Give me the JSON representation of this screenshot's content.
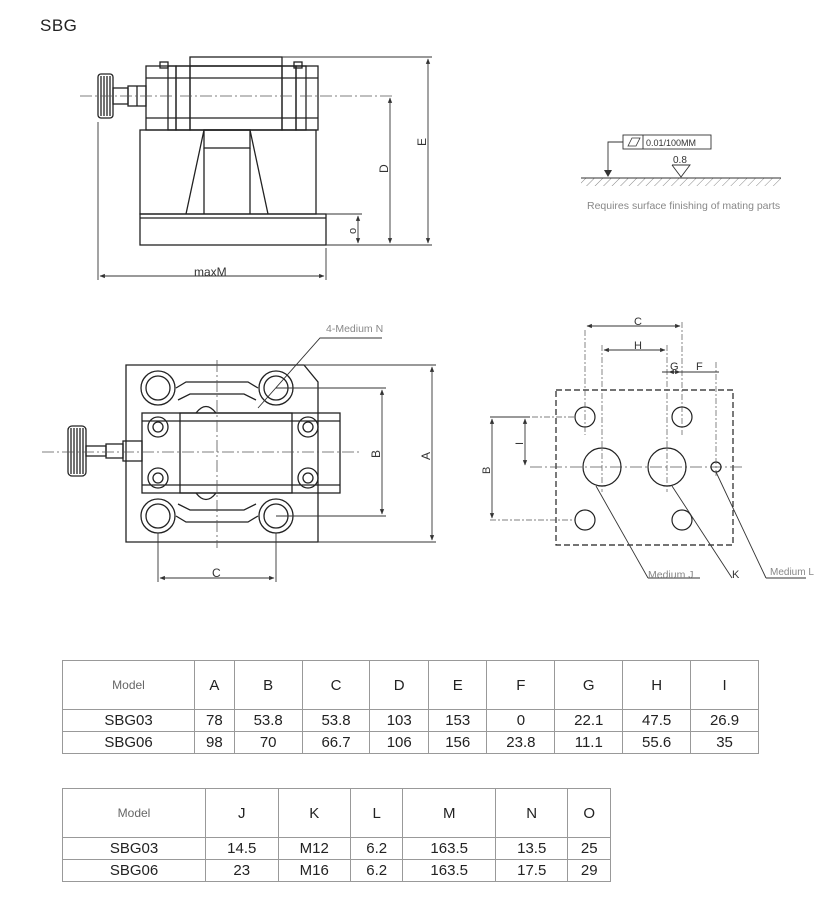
{
  "page_title": "SBG",
  "note": {
    "flatness": "0.01/100MM",
    "roughness": "0.8",
    "text": "Requires surface finishing of mating parts"
  },
  "labels": {
    "maxM": "maxM",
    "D": "D",
    "E": "E",
    "O": "o",
    "medium_n": "4-Medium N",
    "A": "A",
    "B": "B",
    "C": "C",
    "H": "H",
    "G": "G",
    "F": "F",
    "I": "I",
    "B2": "B",
    "C2": "C",
    "medium_j": "Medium J",
    "K": "K",
    "medium_l": "Medium L"
  },
  "table1": {
    "headers": [
      "Model",
      "A",
      "B",
      "C",
      "D",
      "E",
      "F",
      "G",
      "H",
      "I"
    ],
    "rows": [
      [
        "SBG03",
        "78",
        "53.8",
        "53.8",
        "103",
        "153",
        "0",
        "22.1",
        "47.5",
        "26.9"
      ],
      [
        "SBG06",
        "98",
        "70",
        "66.7",
        "106",
        "156",
        "23.8",
        "11.1",
        "55.6",
        "35"
      ]
    ]
  },
  "table2": {
    "headers": [
      "Model",
      "J",
      "K",
      "L",
      "M",
      "N",
      "O"
    ],
    "rows": [
      [
        "SBG03",
        "14.5",
        "M12",
        "6.2",
        "163.5",
        "13.5",
        "25"
      ],
      [
        "SBG06",
        "23",
        "M16",
        "6.2",
        "163.5",
        "17.5",
        "29"
      ]
    ]
  }
}
